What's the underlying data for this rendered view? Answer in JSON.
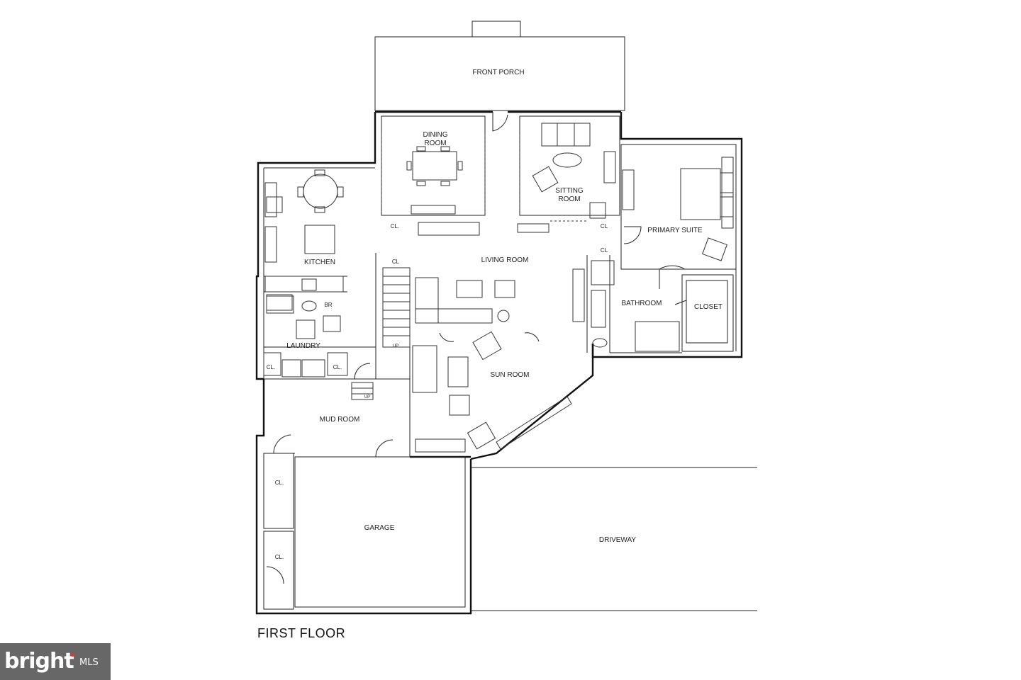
{
  "floor_title": "FIRST FLOOR",
  "rooms": {
    "front_porch": "FRONT PORCH",
    "dining_room_1": "DINING",
    "dining_room_2": "ROOM",
    "sitting_room_1": "SITTING",
    "sitting_room_2": "ROOM",
    "primary_suite": "PRIMARY SUITE",
    "kitchen": "KITCHEN",
    "living_room": "LIVING ROOM",
    "bathroom": "BATHROOM",
    "closet": "CLOSET",
    "bath_small": "BR",
    "laundry": "LAUNDRY",
    "sun_room": "SUN ROOM",
    "mud_room": "MUD ROOM",
    "garage": "GARAGE",
    "driveway": "DRIVEWAY"
  },
  "closets": {
    "dining_cl": "CL.",
    "stair_cl": "CL",
    "sitting_cl": "CL",
    "suite_cl": "CL",
    "laundry_cl_left": "CL.",
    "laundry_cl_right": "CL.",
    "garage_cl_top": "CL.",
    "garage_cl_bottom": "CL."
  },
  "stair_up_1": "UP",
  "stair_up_2": "UP",
  "watermark": {
    "brand": "bright",
    "suffix": "MLS",
    "accent_color": "#e2231a"
  }
}
